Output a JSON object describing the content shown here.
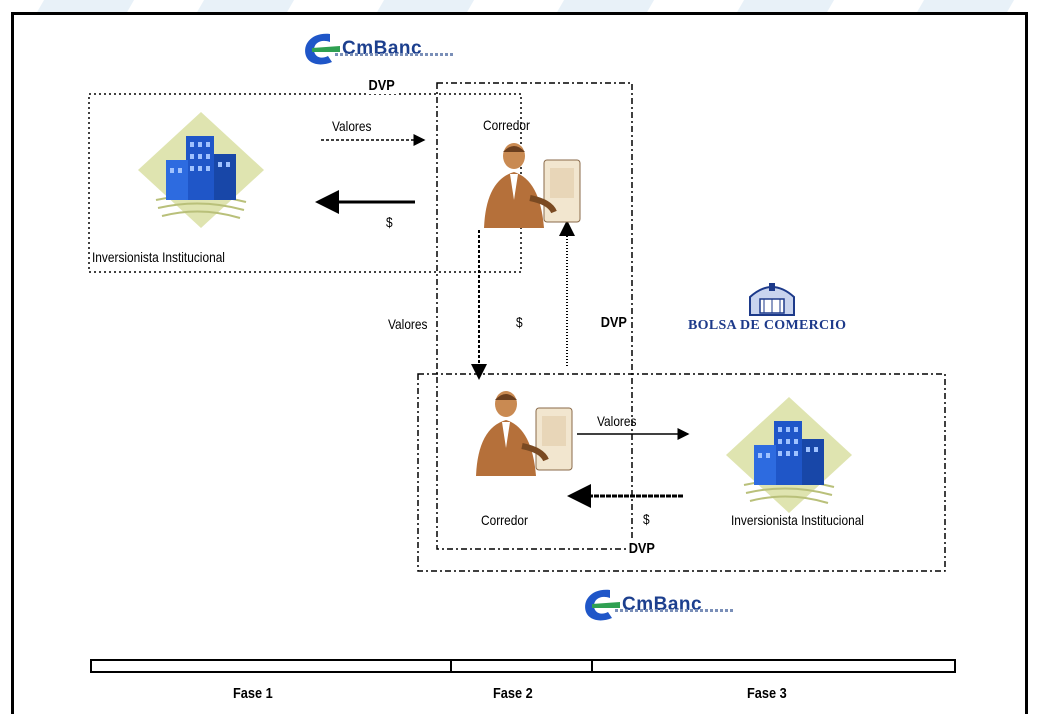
{
  "top_logo": {
    "text": "CmBanc"
  },
  "bottom_logo": {
    "text": "CmBanc"
  },
  "bolsa_logo": {
    "text": "BOLSA DE COMERCIO"
  },
  "labels": {
    "dvp_top": "DVP",
    "valores_top": "Valores",
    "dollar_top": "$",
    "corredor_top": "Corredor",
    "inversionista_top": "Inversionista Institucional",
    "valores_mid": "Valores",
    "dollar_mid": "$",
    "dvp_mid": "DVP",
    "valores_bottom": "Valores",
    "corredor_bottom": "Corredor",
    "dollar_bottom": "$",
    "inversionista_bottom": "Inversionista Institucional",
    "dvp_bottom": "DVP"
  },
  "phases": [
    {
      "label": "Fase 1"
    },
    {
      "label": "Fase 2"
    },
    {
      "label": "Fase 3"
    }
  ],
  "colors": {
    "brand_blue": "#1c3f8e",
    "building_blue": "#1f56c8",
    "diamond": "#dfe4b0",
    "person": "#b5703a"
  }
}
